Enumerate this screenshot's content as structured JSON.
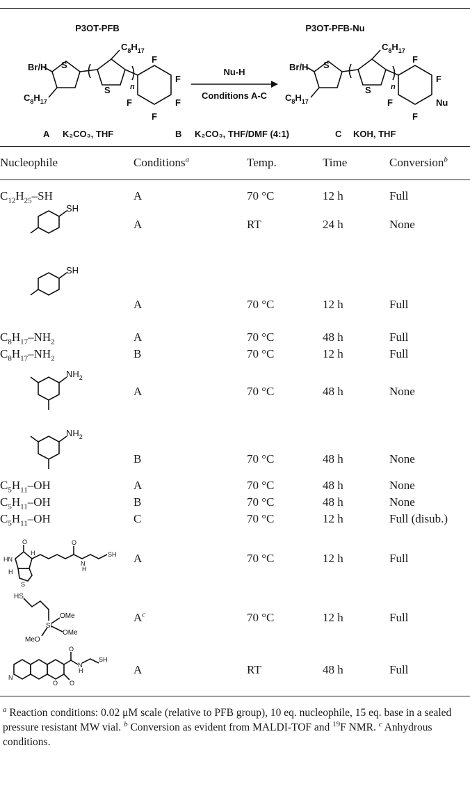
{
  "scheme": {
    "reactant_label": "P3OT-PFB",
    "product_label": "P3OT-PFB-Nu",
    "reagent": "Nu-H",
    "conditions_label": "Conditions A-C",
    "atom_labels": {
      "brh": "Br/H",
      "s": "S",
      "f": "F",
      "n": "n",
      "nu": "Nu",
      "c8h17": "C",
      "c8_sub": "8",
      "h_letter": "H",
      "h17_sub": "17"
    },
    "conditions": [
      {
        "letter": "A",
        "text": "K₂CO₃, THF"
      },
      {
        "letter": "B",
        "text": "K₂CO₃, THF/DMF (4:1)"
      },
      {
        "letter": "C",
        "text": "KOH, THF"
      }
    ]
  },
  "table": {
    "headers": {
      "nucleophile": "Nucleophile",
      "conditions": "Conditions",
      "conditions_sup": "a",
      "temp": "Temp.",
      "time": "Time",
      "conversion": "Conversion",
      "conversion_sup": "b"
    },
    "rows": [
      {
        "nucleophile": "C12H25–SH",
        "conditions": "A",
        "temp": "70 °C",
        "time": "12 h",
        "conversion": "Full"
      },
      {
        "nucleophile": "4-methylthiophenol",
        "conditions": "A",
        "temp": "RT",
        "time": "24 h",
        "conversion": "None"
      },
      {
        "nucleophile": "4-methylthiophenol",
        "conditions": "A",
        "temp": "70 °C",
        "time": "12 h",
        "conversion": "Full"
      },
      {
        "nucleophile": "C8H17–NH2",
        "conditions": "A",
        "temp": "70 °C",
        "time": "48 h",
        "conversion": "Full"
      },
      {
        "nucleophile": "C8H17–NH2",
        "conditions": "B",
        "temp": "70 °C",
        "time": "12 h",
        "conversion": "Full"
      },
      {
        "nucleophile": "3,5-dimethylaniline",
        "conditions": "A",
        "temp": "70 °C",
        "time": "48 h",
        "conversion": "None"
      },
      {
        "nucleophile": "3,5-dimethylaniline",
        "conditions": "B",
        "temp": "70 °C",
        "time": "48 h",
        "conversion": "None"
      },
      {
        "nucleophile": "C5H11–OH",
        "conditions": "A",
        "temp": "70 °C",
        "time": "48 h",
        "conversion": "None"
      },
      {
        "nucleophile": "C5H11–OH",
        "conditions": "B",
        "temp": "70 °C",
        "time": "48 h",
        "conversion": "None"
      },
      {
        "nucleophile": "C5H11–OH",
        "conditions": "C",
        "temp": "70 °C",
        "time": "12 h",
        "conversion": "Full (disub.)"
      },
      {
        "nucleophile": "biotin thiol",
        "conditions": "A",
        "temp": "70 °C",
        "time": "12 h",
        "conversion": "Full"
      },
      {
        "nucleophile": "mercaptopropyltrimethoxysilane",
        "conditions": "A",
        "conditions_sup": "c",
        "temp": "70 °C",
        "time": "12 h",
        "conversion": "Full"
      },
      {
        "nucleophile": "coumarin thiol",
        "conditions": "A",
        "temp": "RT",
        "time": "48 h",
        "conversion": "Full"
      }
    ],
    "formula_parts": {
      "c12": "C",
      "c12_sub": "12",
      "h25": "H",
      "h25_sub": "25",
      "sh_tail": "–SH",
      "c8": "C",
      "c8_sub": "8",
      "h17": "H",
      "h17_sub": "17",
      "nh2_tail": "–NH",
      "nh2_sub": "2",
      "c5": "C",
      "c5_sub": "5",
      "h11": "H",
      "h11_sub": "11",
      "oh_tail": "–OH"
    },
    "structure_labels": {
      "sh": "SH",
      "nh2": "NH",
      "nh2_sub": "2",
      "o": "O",
      "h": "H",
      "n_h": "N",
      "hn": "HN",
      "ome": "OMe",
      "meo": "MeO",
      "si": "Si",
      "hs": "HS",
      "s": "S",
      "n": "N"
    }
  },
  "footnotes": {
    "a_mark": "a",
    "a_text": " Reaction conditions: 0.02 μM scale (relative to PFB group), 10 eq. nucleophile, 15 eq. base in a sealed pressure resistant MW vial.",
    "b_mark": "b",
    "b_text_1": " Conversion as evident from MALDI-TOF and ",
    "b_sup": "19",
    "b_text_2": "F NMR.",
    "c_mark": "c",
    "c_text": " Anhydrous conditions."
  }
}
